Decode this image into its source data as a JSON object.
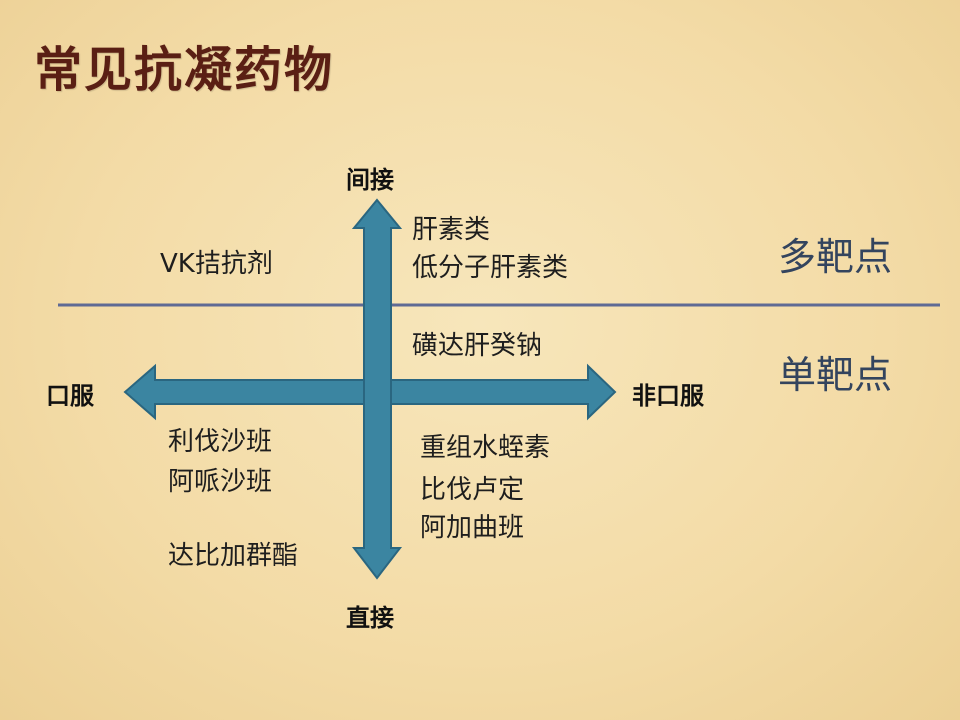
{
  "title": "常见抗凝药物",
  "axes": {
    "top": "间接",
    "bottom": "直接",
    "left": "口服",
    "right": "非口服"
  },
  "regions": {
    "upper": "多靶点",
    "lower": "单靶点"
  },
  "colors": {
    "title": "#5a1f14",
    "arrow_fill": "#3b85a1",
    "arrow_stroke": "#2a6680",
    "divider": "#5f6a94",
    "background": "#f4deaa"
  },
  "quadrants": {
    "upper_left": [
      "VK拮抗剂"
    ],
    "upper_right": [
      "肝素类",
      "低分子肝素类"
    ],
    "lower_right_top": [
      "磺达肝癸钠"
    ],
    "lower_left": [
      "利伐沙班",
      "阿哌沙班"
    ],
    "lower_left_extra": [
      "达比加群酯"
    ],
    "lower_right": [
      "重组水蛭素",
      "比伐卢定",
      "阿加曲班"
    ]
  }
}
